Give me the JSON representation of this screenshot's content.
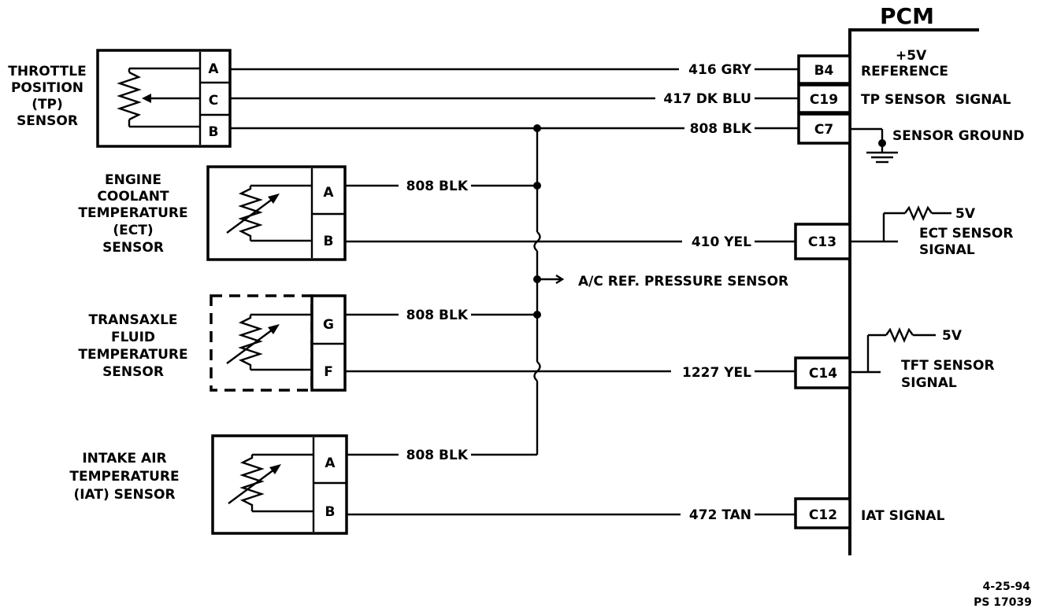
{
  "pcm": {
    "title": "PCM",
    "pins": [
      {
        "id": "B4",
        "function": "+5V",
        "function2": "REFERENCE"
      },
      {
        "id": "C19",
        "function": "TP SENSOR  SIGNAL"
      },
      {
        "id": "C7",
        "function": "SENSOR GROUND"
      },
      {
        "id": "C13",
        "function": "ECT SENSOR",
        "function2": "SIGNAL",
        "pullup": "5V"
      },
      {
        "id": "C14",
        "function": "TFT SENSOR",
        "function2": "SIGNAL",
        "pullup": "5V"
      },
      {
        "id": "C12",
        "function": "IAT SIGNAL"
      }
    ]
  },
  "sensors": [
    {
      "name_lines": [
        "THROTTLE",
        "POSITION",
        "(TP)",
        "SENSOR"
      ],
      "pins": [
        "A",
        "C",
        "B"
      ]
    },
    {
      "name_lines": [
        "ENGINE",
        "COOLANT",
        "TEMPERATURE",
        "(ECT)",
        "SENSOR"
      ],
      "pins": [
        "A",
        "B"
      ]
    },
    {
      "name_lines": [
        "TRANSAXLE",
        "FLUID",
        "TEMPERATURE",
        "SENSOR"
      ],
      "pins": [
        "G",
        "F"
      ]
    },
    {
      "name_lines": [
        "INTAKE AIR",
        "TEMPERATURE",
        "(IAT) SENSOR"
      ],
      "pins": [
        "A",
        "B"
      ]
    }
  ],
  "wires": {
    "tp_ref": "416 GRY",
    "tp_signal": "417 DK BLU",
    "tp_ground": "808 BLK",
    "ect_ground": "808 BLK",
    "ect_signal": "410 YEL",
    "tft_ground": "808 BLK",
    "tft_signal": "1227 YEL",
    "iat_ground": "808 BLK",
    "iat_signal": "472 TAN"
  },
  "ac_ref": "A/C REF. PRESSURE SENSOR",
  "footer": {
    "date": "4-25-94",
    "code": "PS 17039"
  }
}
